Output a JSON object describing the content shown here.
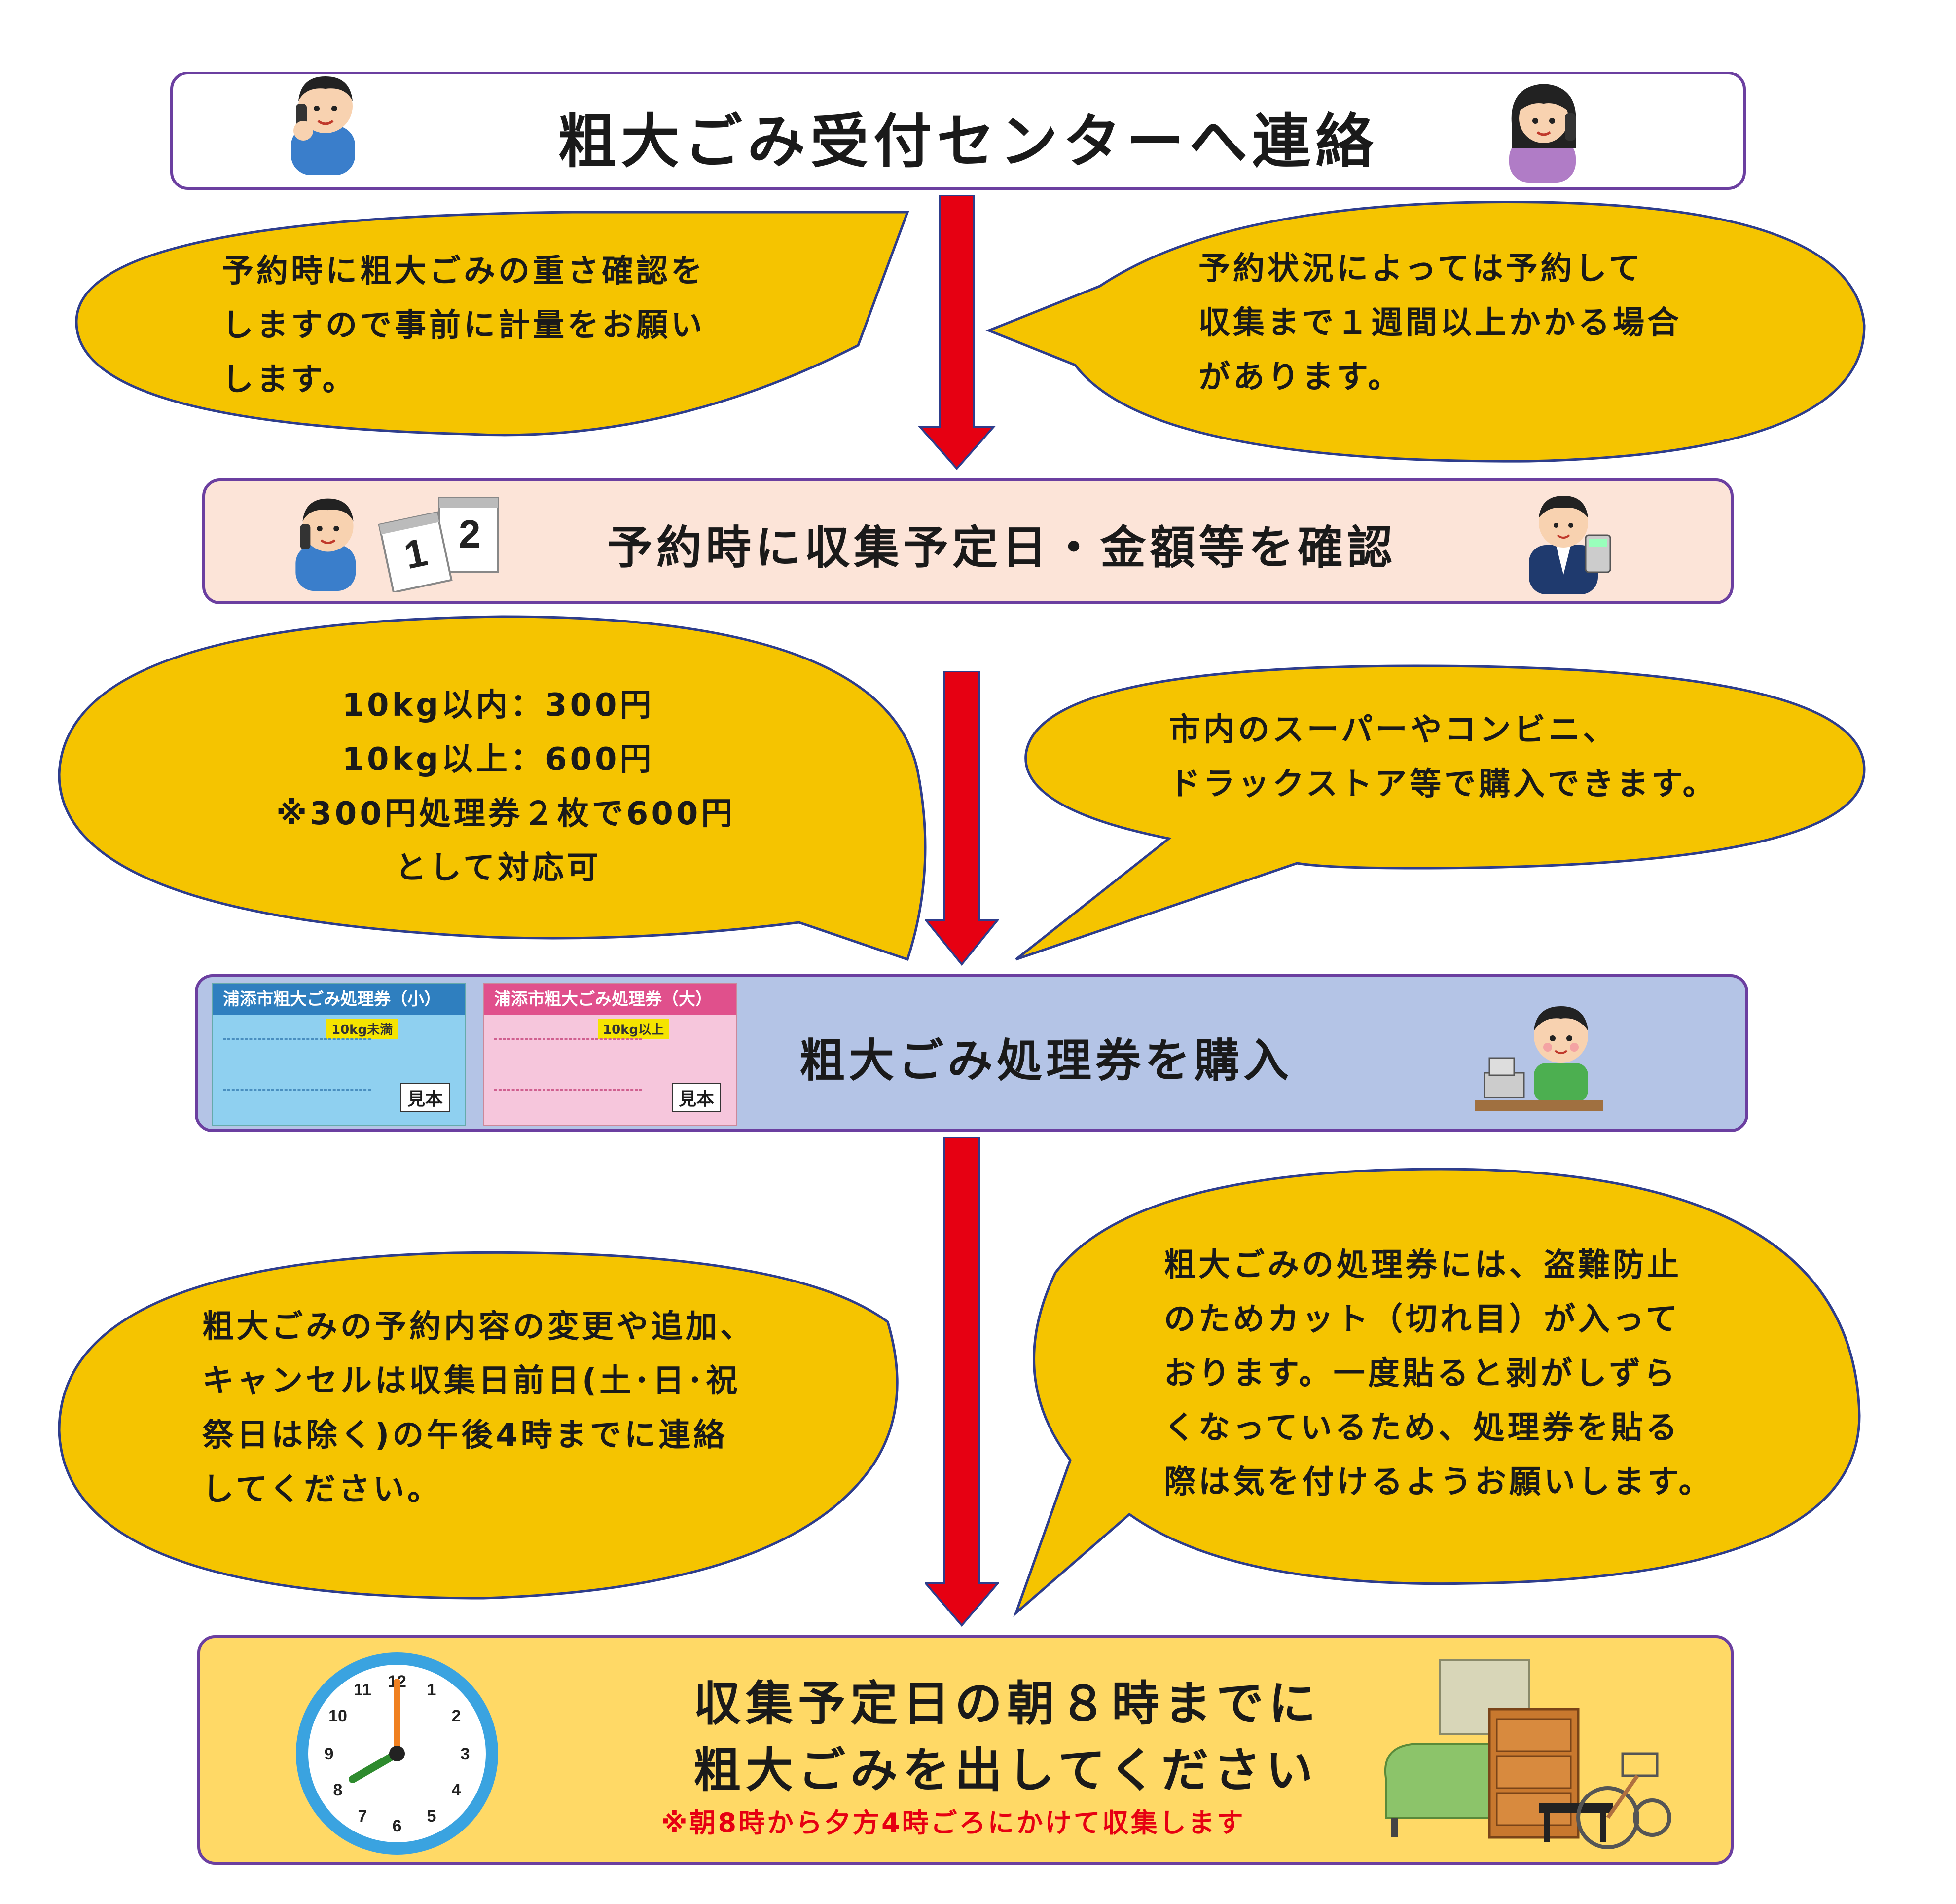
{
  "steps": {
    "step1_title": "粗大ごみ受付センターへ連絡",
    "step2_title": "予約時に収集予定日・金額等を確認",
    "step3_title": "粗大ごみ処理券を購入",
    "step4_title_line1": "収集予定日の朝８時までに",
    "step4_title_line2": "粗大ごみを出してください",
    "step4_note": "※朝8時から夕方4時ごろにかけて収集します"
  },
  "bubbles": {
    "b1": [
      "予約時に粗大ごみの重さ確認を",
      "しますので事前に計量をお願い",
      "します。"
    ],
    "b2": [
      "予約状況によっては予約して",
      "収集まで１週間以上かかる場合",
      "があります。"
    ],
    "b3": [
      "10kg以内：300円",
      "10kg以上：600円",
      "※300円処理券２枚で600円",
      "として対応可"
    ],
    "b4": [
      "市内のスーパーやコンビニ、",
      "ドラックストア等で購入できます。"
    ],
    "b5": [
      "粗大ごみの予約内容の変更や追加、",
      "キャンセルは収集日前日(土･日･祝",
      "祭日は除く)の午後4時までに連絡",
      "してください。"
    ],
    "b6": [
      "粗大ごみの処理券には、盗難防止",
      "のためカット（切れ目）が入って",
      "おります。一度貼ると剥がしずら",
      "くなっているため、処理券を貼る",
      "際は気を付けるようお願いします。"
    ]
  },
  "tickets": {
    "small_title": "浦添市粗大ごみ処理券（小）",
    "small_weight": "10kg未満",
    "large_title": "浦添市粗大ごみ処理券（大）",
    "large_weight": "10kg以上",
    "sample_label": "見本"
  },
  "clock": {
    "numbers": [
      "12",
      "1",
      "2",
      "3",
      "4",
      "5",
      "6",
      "7",
      "8",
      "9",
      "10",
      "11"
    ],
    "time": "8:00"
  },
  "colors": {
    "border": "#6b3fa0",
    "bubble": "#f5c400",
    "bubble_border": "#2e3d8c",
    "arrow": "#e60012",
    "box2_bg": "#fce4d8",
    "box3_bg": "#b4c4e6",
    "box4_bg": "#ffd966",
    "note_red": "#e60012"
  },
  "icons": [
    "man-phone-icon",
    "woman-phone-icon",
    "calendar-icon",
    "businessman-calculator-icon",
    "shop-clerk-register-icon",
    "clock-icon",
    "bulky-furniture-icon"
  ]
}
